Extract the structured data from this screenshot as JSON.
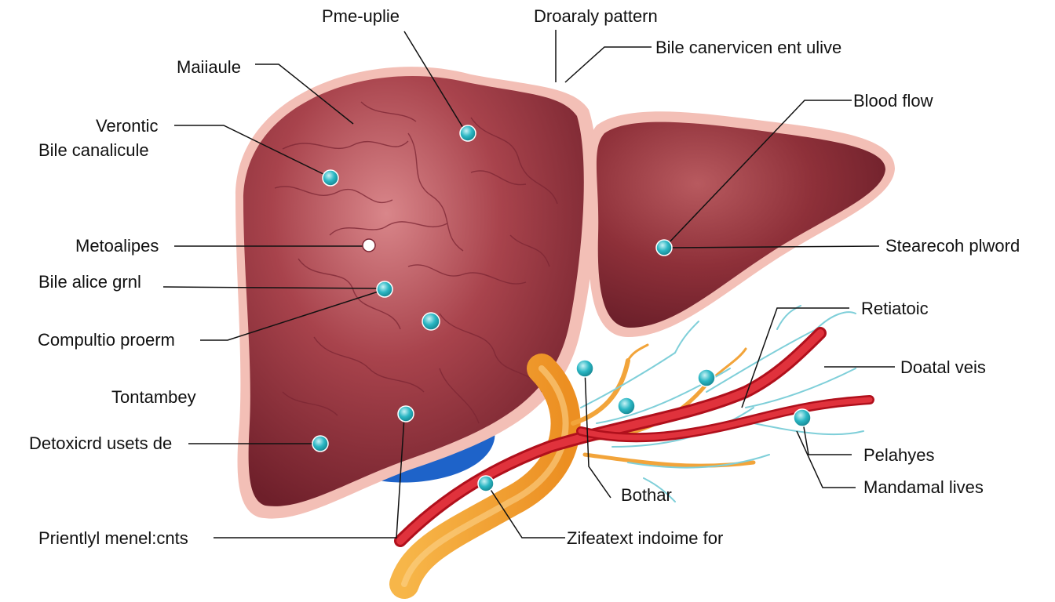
{
  "labels": {
    "pme_uplie": "Pme-uplie",
    "droaraly_pattern": "Droaraly pattern",
    "bile_canervicen": "Bile canervicen ent ulive",
    "maiiaule": "Maiiaule",
    "blood_flow": "Blood flow",
    "verontic": "Verontic",
    "bile_canalicule": "Bile canalicule",
    "metoalipes": "Metoalipes",
    "stearecoh_plword": "Stearecoh plword",
    "bile_alice_grnl": "Bile alice grnl",
    "retiatoic": "Retiatoic",
    "compultio_proerm": "Compultio proerm",
    "doatal_veis": "Doatal veis",
    "tontambey": "Tontambey",
    "detoxicrd": "Detoxicrd usets de",
    "pelahyes": "Pelahyes",
    "mandamal_lives": "Mandamal lives",
    "bothar": "Bothar",
    "zifeatext": "Zifeatext indoime for",
    "prientlyl": "Prientlyl menel:cnts"
  },
  "colors": {
    "liver_dark": "#7a2430",
    "liver_mid": "#a8434c",
    "liver_light": "#d27a7f",
    "liver_rim": "#f0b7b0",
    "artery": "#d8232f",
    "bile_duct": "#f2a43a",
    "portal_vein": "#1e63c9",
    "capillary": "#7fcfd9",
    "marker": "#2bb7c4"
  }
}
